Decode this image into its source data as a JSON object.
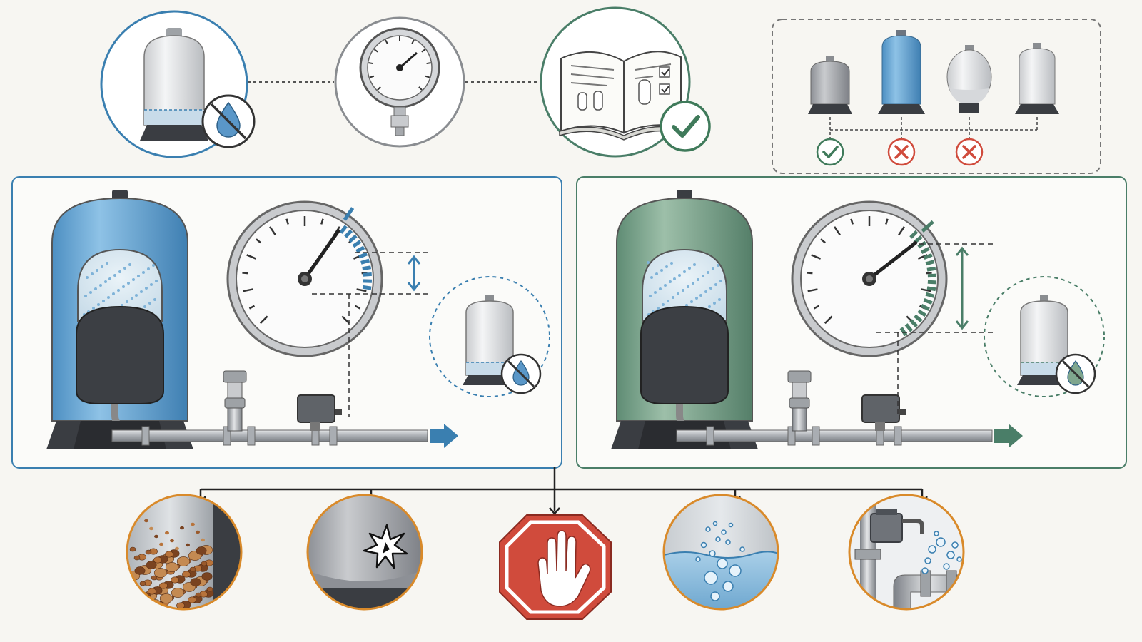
{
  "diagram": {
    "top_row": [
      {
        "name": "tank-no-water",
        "icon": "pressure-tank-icon",
        "badge": "no-water-icon"
      },
      {
        "name": "pressure-gauge",
        "icon": "pressure-gauge-icon"
      },
      {
        "name": "manual-check",
        "icon": "manual-book-icon",
        "badge": "check-icon"
      }
    ],
    "tank_selection": [
      {
        "name": "tank-option-1",
        "status": "correct",
        "status_icon": "check-icon"
      },
      {
        "name": "tank-option-2",
        "status": "wrong",
        "status_icon": "cross-icon"
      },
      {
        "name": "tank-option-3",
        "status": "wrong",
        "status_icon": "cross-icon"
      },
      {
        "name": "tank-option-4",
        "status": "none"
      }
    ],
    "panels": [
      {
        "name": "blue-system",
        "accent": "#3a7fb0",
        "tank_color": "#6aaad6",
        "gap": "small"
      },
      {
        "name": "green-system",
        "accent": "#4a7e68",
        "tank_color": "#7fa68e",
        "gap": "large"
      }
    ],
    "outcomes": [
      {
        "name": "rust-sediment",
        "icon": "rust-icon"
      },
      {
        "name": "tank-rupture",
        "icon": "burst-icon"
      },
      {
        "name": "stop",
        "icon": "stop-hand-icon"
      },
      {
        "name": "air-in-water",
        "icon": "bubbles-icon"
      },
      {
        "name": "leaking-fitting",
        "icon": "leak-icon"
      }
    ],
    "colors": {
      "blue": "#3a7fb0",
      "green": "#4a7e68",
      "gray": "#8a8d91",
      "orange": "#d98a2a",
      "red": "#d04b3c",
      "check": "#3f7a5a",
      "bg": "#f7f6f2"
    }
  }
}
